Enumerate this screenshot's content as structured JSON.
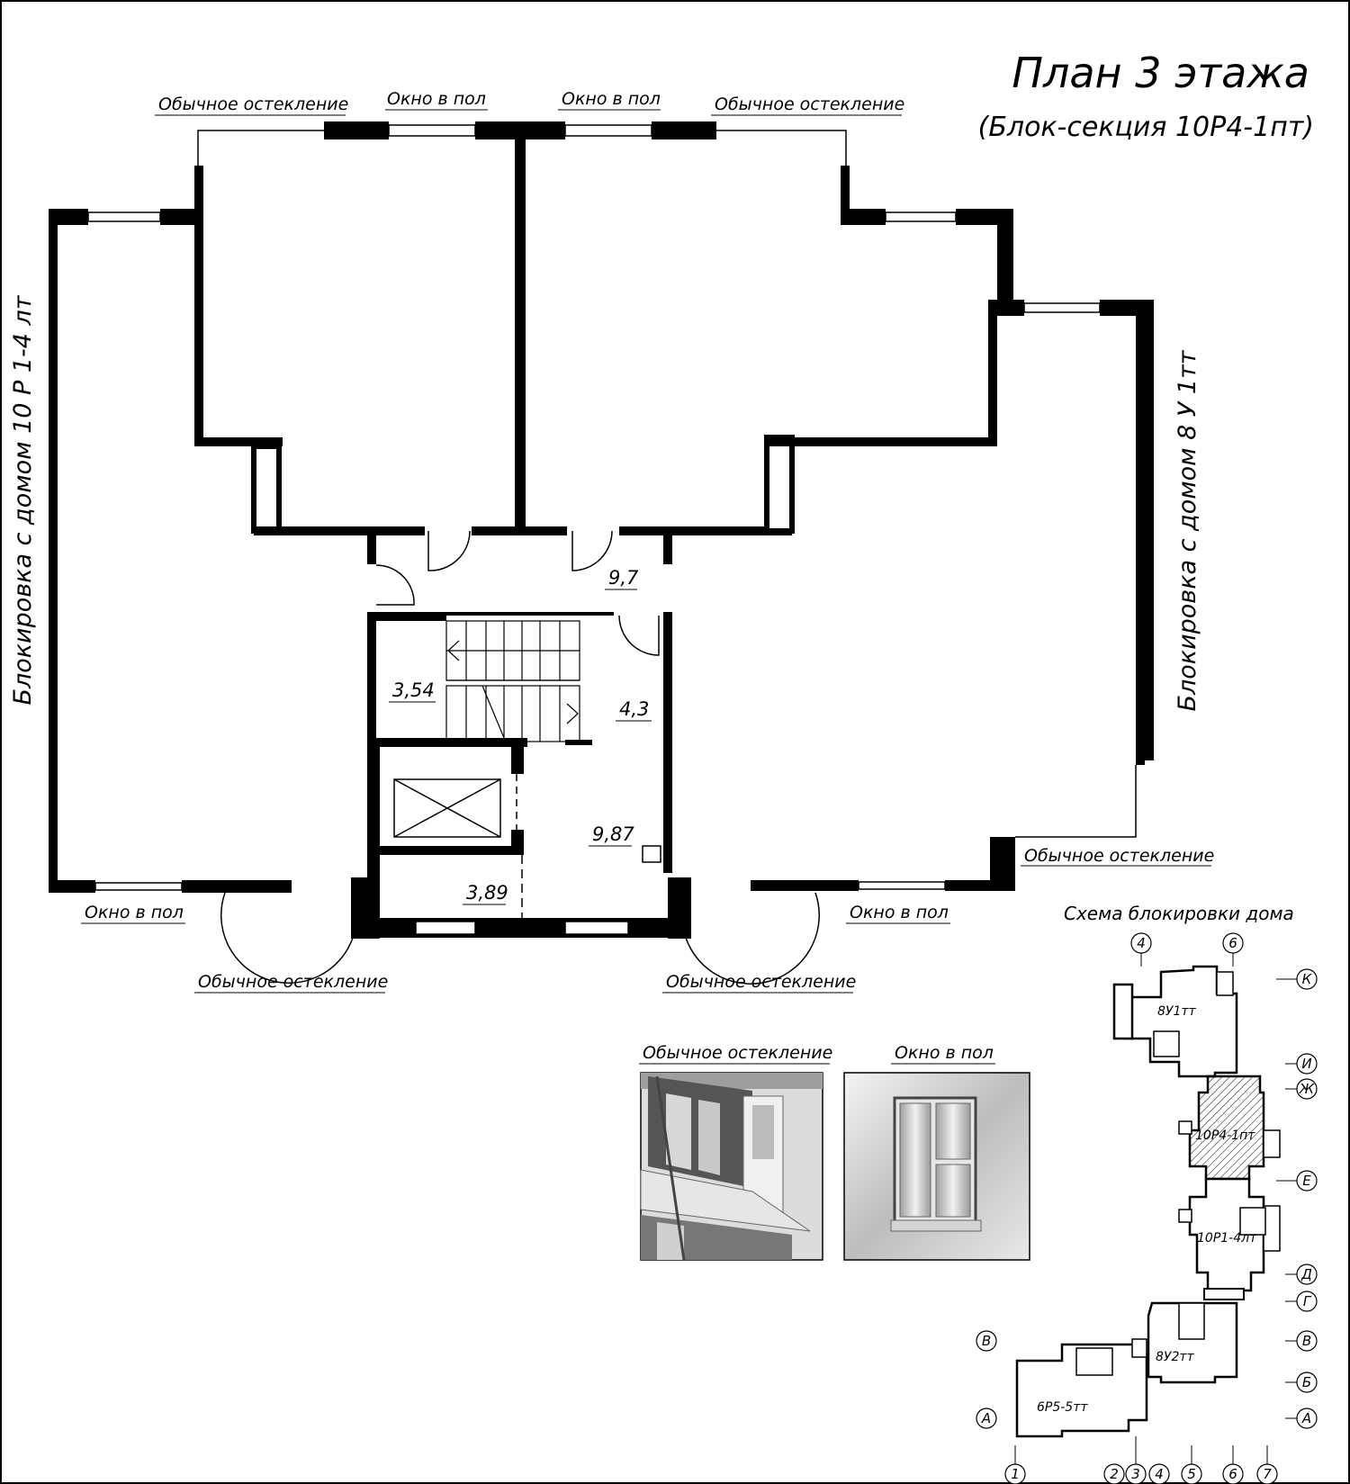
{
  "title": "План 3 этажа",
  "subtitle": "(Блок-секция 10Р4-1пт)",
  "side_labels": {
    "left": "Блокировка с домом 10 Р 1-4 лт",
    "right": "Блокировка с домом 8 У 1тт"
  },
  "glazing_labels": {
    "top_left_regular": "Обычное остекление",
    "top_left_floor": "Окно в пол",
    "top_right_floor": "Окно в пол",
    "top_right_regular": "Обычное остекление",
    "right_regular": "Обычное остекление",
    "bottom_left_floor": "Окно в пол",
    "bottom_left_regular": "Обычное остекление",
    "bottom_right_regular": "Обычное остекление",
    "bottom_right_floor": "Окно в пол"
  },
  "room_areas": {
    "corridor": "9,7",
    "stair_left": "3,54",
    "stair_right": "4,3",
    "lift_hall": "9,87",
    "lower_room": "3,89"
  },
  "legend": {
    "regular_glazing": "Обычное остекление",
    "floor_window": "Окно в пол"
  },
  "scheme": {
    "title": "Схема блокировки дома",
    "sections": [
      "8У1тт",
      "10Р4-1пт",
      "10Р1-4лт",
      "8У2тт",
      "6Р5-5тт"
    ],
    "axes_right": [
      "К",
      "И",
      "Ж",
      "Е",
      "Д",
      "Г",
      "В",
      "Б",
      "А"
    ],
    "axes_left": [
      "В",
      "А"
    ],
    "axes_top": [
      "4",
      "6"
    ],
    "axes_bottom": [
      "1",
      "2",
      "3",
      "4",
      "5",
      "6",
      "7"
    ]
  }
}
